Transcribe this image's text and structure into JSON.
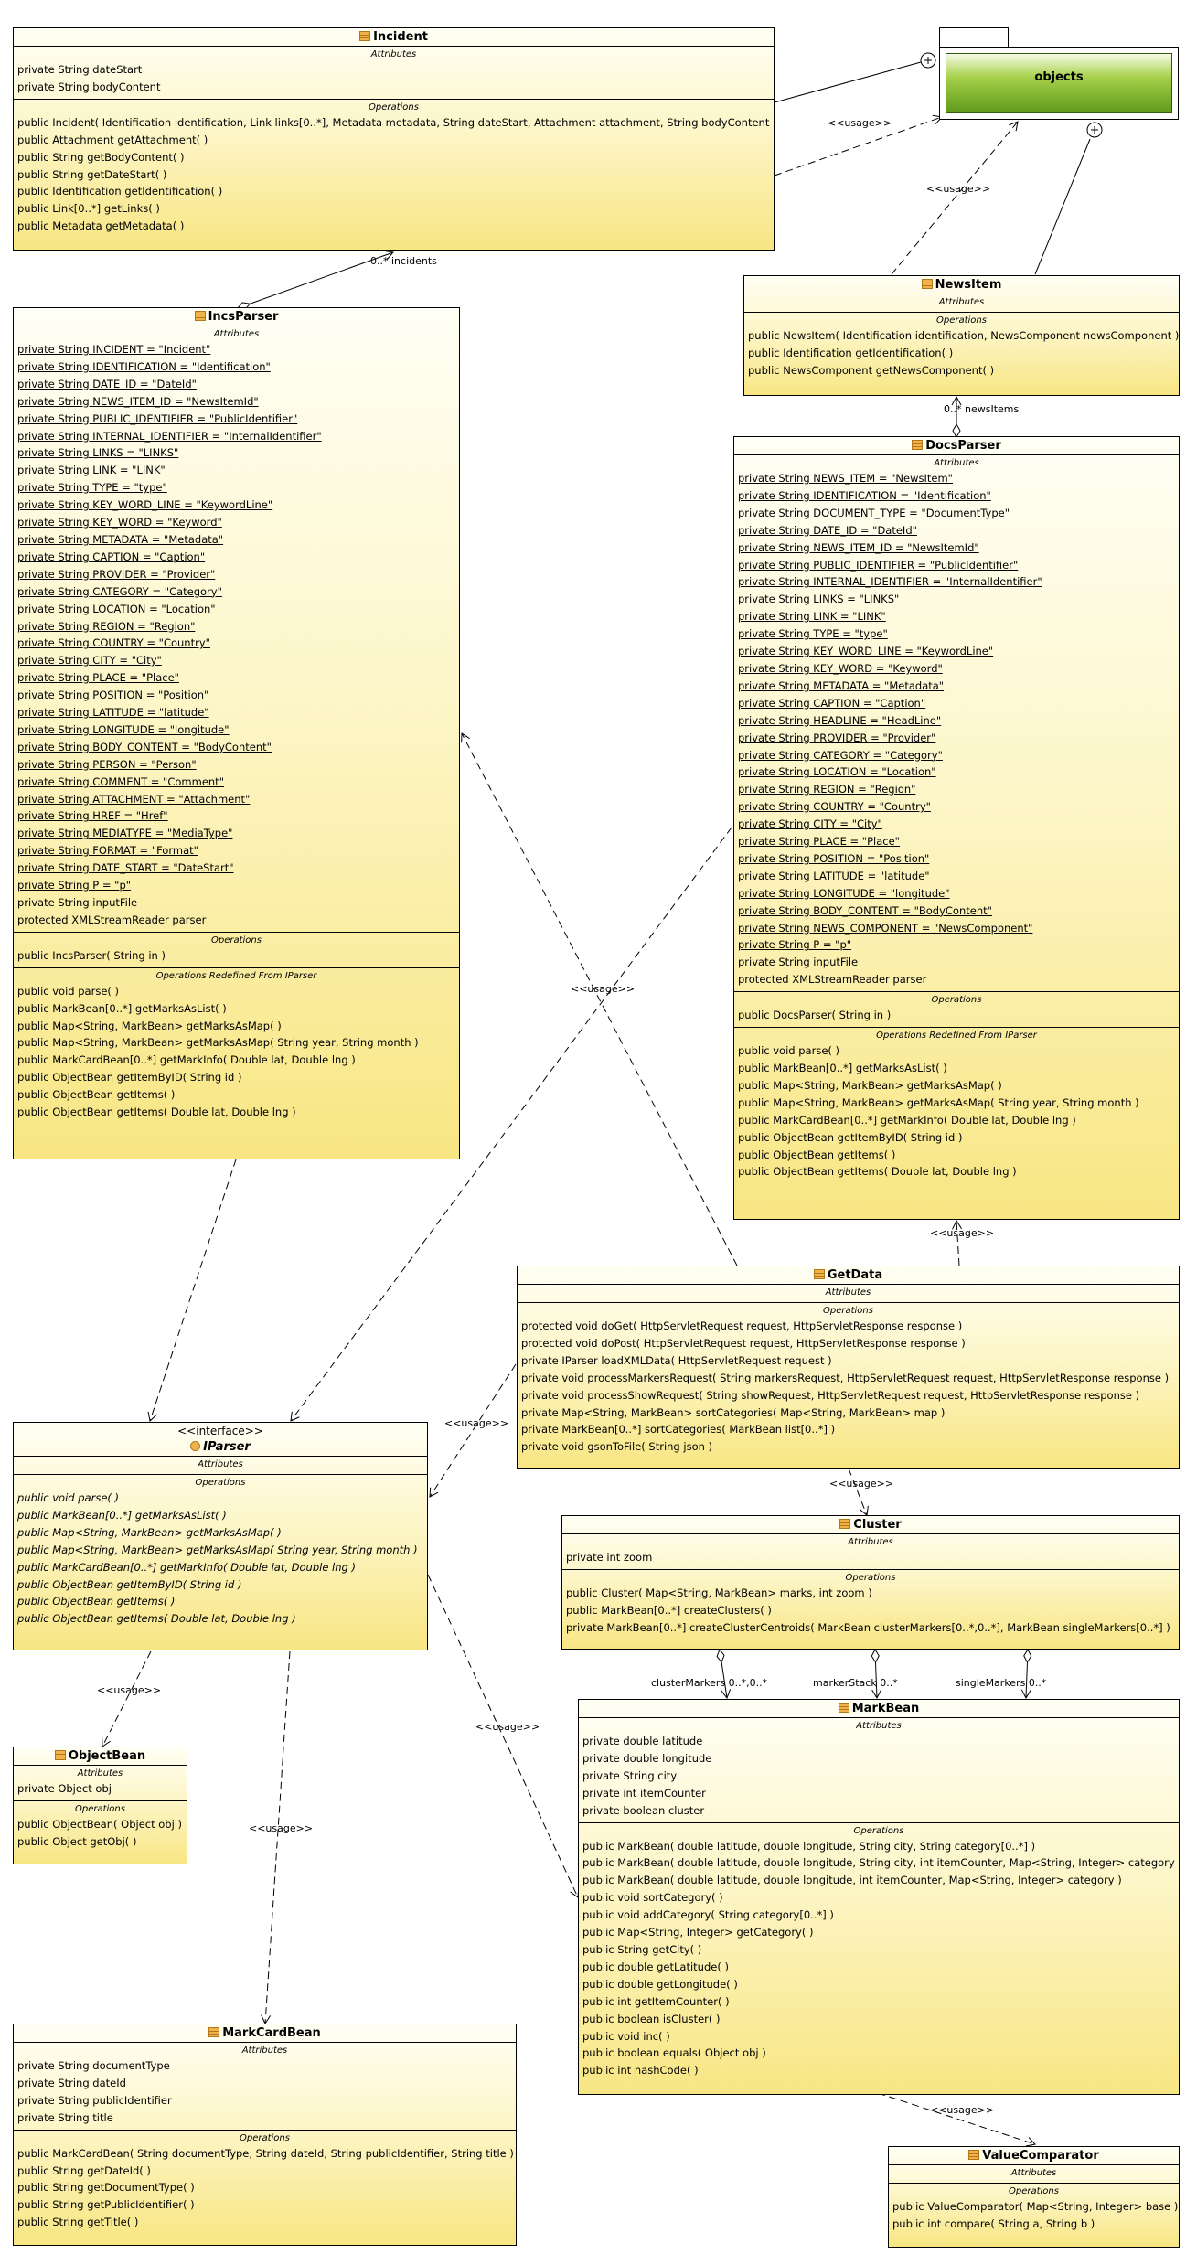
{
  "package": {
    "name": "objects"
  },
  "classes": [
    {
      "id": "incident",
      "name": "Incident",
      "attrs_caption": "Attributes",
      "ops_caption": "Operations",
      "attrs": [
        "private String dateStart",
        "private String bodyContent"
      ],
      "ops": [
        "public Incident( Identification identification, Link links[0..*], Metadata metadata, String dateStart, Attachment attachment, String bodyContent )",
        "public Attachment  getAttachment(  )",
        "public String  getBodyContent(  )",
        "public String  getDateStart(  )",
        "public Identification  getIdentification(  )",
        "public Link[0..*]  getLinks(  )",
        "public Metadata  getMetadata(  )"
      ]
    },
    {
      "id": "incsparser",
      "name": "IncsParser",
      "attrs_caption": "Attributes",
      "ops_caption": "Operations",
      "redef_caption": "Operations Redefined From IParser",
      "attrs": [
        "private String INCIDENT = \"Incident\"",
        "private String IDENTIFICATION = \"Identification\"",
        "private String DATE_ID = \"DateId\"",
        "private String NEWS_ITEM_ID = \"NewsItemId\"",
        "private String PUBLIC_IDENTIFIER = \"PublicIdentifier\"",
        "private String INTERNAL_IDENTIFIER = \"InternalIdentifier\"",
        "private String LINKS = \"LINKS\"",
        "private String LINK = \"LINK\"",
        "private String TYPE = \"type\"",
        "private String KEY_WORD_LINE = \"KeywordLine\"",
        "private String KEY_WORD = \"Keyword\"",
        "private String METADATA = \"Metadata\"",
        "private String CAPTION = \"Caption\"",
        "private String PROVIDER = \"Provider\"",
        "private String CATEGORY = \"Category\"",
        "private String LOCATION = \"Location\"",
        "private String REGION = \"Region\"",
        "private String COUNTRY = \"Country\"",
        "private String CITY = \"City\"",
        "private String PLACE = \"Place\"",
        "private String POSITION = \"Position\"",
        "private String LATITUDE = \"latitude\"",
        "private String LONGITUDE = \"longitude\"",
        "private String BODY_CONTENT = \"BodyContent\"",
        "private String PERSON = \"Person\"",
        "private String COMMENT = \"Comment\"",
        "private String ATTACHMENT = \"Attachment\"",
        "private String HREF = \"Href\"",
        "private String MEDIATYPE = \"MediaType\"",
        "private String FORMAT = \"Format\"",
        "private String DATE_START = \"DateStart\"",
        "private String P = \"p\"",
        "private String inputFile",
        "protected XMLStreamReader parser"
      ],
      "ops": [
        "public IncsParser( String in )"
      ],
      "redef": [
        "public void  parse(  )",
        "public MarkBean[0..*]  getMarksAsList(  )",
        "public Map<String, MarkBean>  getMarksAsMap(  )",
        "public Map<String, MarkBean>  getMarksAsMap( String year, String month )",
        "public MarkCardBean[0..*]  getMarkInfo( Double lat, Double lng )",
        "public ObjectBean  getItemByID( String id )",
        "public ObjectBean  getItems(  )",
        "public ObjectBean  getItems( Double lat, Double lng )"
      ]
    },
    {
      "id": "newsitem",
      "name": "NewsItem",
      "attrs_caption": "Attributes",
      "ops_caption": "Operations",
      "attrs": [],
      "ops": [
        "public NewsItem( Identification identification, NewsComponent newsComponent )",
        "public Identification  getIdentification(  )",
        "public NewsComponent  getNewsComponent(  )"
      ]
    },
    {
      "id": "docsparser",
      "name": "DocsParser",
      "attrs_caption": "Attributes",
      "ops_caption": "Operations",
      "redef_caption": "Operations Redefined From IParser",
      "attrs": [
        "private String NEWS_ITEM = \"NewsItem\"",
        "private String IDENTIFICATION = \"Identification\"",
        "private String DOCUMENT_TYPE = \"DocumentType\"",
        "private String DATE_ID = \"DateId\"",
        "private String NEWS_ITEM_ID = \"NewsItemId\"",
        "private String PUBLIC_IDENTIFIER = \"PublicIdentifier\"",
        "private String INTERNAL_IDENTIFIER = \"InternalIdentifier\"",
        "private String LINKS = \"LINKS\"",
        "private String LINK = \"LINK\"",
        "private String TYPE = \"type\"",
        "private String KEY_WORD_LINE = \"KeywordLine\"",
        "private String KEY_WORD = \"Keyword\"",
        "private String METADATA = \"Metadata\"",
        "private String CAPTION = \"Caption\"",
        "private String HEADLINE = \"HeadLine\"",
        "private String PROVIDER = \"Provider\"",
        "private String CATEGORY = \"Category\"",
        "private String LOCATION = \"Location\"",
        "private String REGION = \"Region\"",
        "private String COUNTRY = \"Country\"",
        "private String CITY = \"City\"",
        "private String PLACE = \"Place\"",
        "private String POSITION = \"Position\"",
        "private String LATITUDE = \"latitude\"",
        "private String LONGITUDE = \"longitude\"",
        "private String BODY_CONTENT = \"BodyContent\"",
        "private String NEWS_COMPONENT = \"NewsComponent\"",
        "private String P = \"p\"",
        "private String inputFile",
        "protected XMLStreamReader parser"
      ],
      "ops": [
        "public DocsParser( String in )"
      ],
      "redef": [
        "public void  parse(  )",
        "public MarkBean[0..*]  getMarksAsList(  )",
        "public Map<String, MarkBean>  getMarksAsMap(  )",
        "public Map<String, MarkBean>  getMarksAsMap( String year, String month )",
        "public MarkCardBean[0..*]  getMarkInfo( Double lat, Double lng )",
        "public ObjectBean  getItemByID( String id )",
        "public ObjectBean  getItems(  )",
        "public ObjectBean  getItems( Double lat, Double lng )"
      ]
    },
    {
      "id": "getdata",
      "name": "GetData",
      "attrs_caption": "Attributes",
      "ops_caption": "Operations",
      "attrs": [],
      "ops": [
        "protected void  doGet( HttpServletRequest request, HttpServletResponse response )",
        "protected void  doPost( HttpServletRequest request, HttpServletResponse response )",
        "private IParser  loadXMLData( HttpServletRequest request )",
        "private void  processMarkersRequest( String markersRequest, HttpServletRequest request, HttpServletResponse response )",
        "private void  processShowRequest( String showRequest, HttpServletRequest request, HttpServletResponse response )",
        "private Map<String, MarkBean>  sortCategories( Map<String, MarkBean> map )",
        "private MarkBean[0..*]  sortCategories( MarkBean list[0..*] )",
        "private void  gsonToFile( String json )"
      ]
    },
    {
      "id": "iparser",
      "name": "IParser",
      "stereotype": "<<interface>>",
      "attrs_caption": "Attributes",
      "ops_caption": "Operations",
      "attrs": [],
      "ops": [
        "public void  parse(  )",
        "public MarkBean[0..*]  getMarksAsList(  )",
        "public Map<String, MarkBean>  getMarksAsMap(  )",
        "public Map<String, MarkBean>  getMarksAsMap( String year, String month )",
        "public MarkCardBean[0..*]  getMarkInfo( Double lat, Double lng )",
        "public ObjectBean  getItemByID( String id )",
        "public ObjectBean  getItems(  )",
        "public ObjectBean  getItems( Double lat, Double lng )"
      ]
    },
    {
      "id": "cluster",
      "name": "Cluster",
      "attrs_caption": "Attributes",
      "ops_caption": "Operations",
      "attrs": [
        "private int zoom"
      ],
      "ops": [
        "public Cluster( Map<String, MarkBean> marks, int zoom )",
        "public MarkBean[0..*]  createClusters(  )",
        "private MarkBean[0..*]  createClusterCentroids( MarkBean clusterMarkers[0..*,0..*], MarkBean singleMarkers[0..*] )"
      ]
    },
    {
      "id": "objectbean",
      "name": "ObjectBean",
      "attrs_caption": "Attributes",
      "ops_caption": "Operations",
      "attrs": [
        "private Object obj"
      ],
      "ops": [
        "public ObjectBean( Object obj )",
        "public Object  getObj(  )"
      ]
    },
    {
      "id": "markbean",
      "name": "MarkBean",
      "attrs_caption": "Attributes",
      "ops_caption": "Operations",
      "attrs": [
        "private double latitude",
        "private double longitude",
        "private String city",
        "private int itemCounter",
        "private boolean cluster"
      ],
      "ops": [
        "public MarkBean( double latitude, double longitude, String city, String category[0..*] )",
        "public MarkBean( double latitude, double longitude, String city, int itemCounter, Map<String, Integer> category )",
        "public MarkBean( double latitude, double longitude, int itemCounter, Map<String, Integer> category )",
        "public void  sortCategory(  )",
        "public void  addCategory( String category[0..*] )",
        "public Map<String, Integer>  getCategory(  )",
        "public String  getCity(  )",
        "public double  getLatitude(  )",
        "public double  getLongitude(  )",
        "public int  getItemCounter(  )",
        "public boolean  isCluster(  )",
        "public void  inc(  )",
        "public boolean  equals( Object obj )",
        "public int  hashCode(  )"
      ]
    },
    {
      "id": "markcardbean",
      "name": "MarkCardBean",
      "attrs_caption": "Attributes",
      "ops_caption": "Operations",
      "attrs": [
        "private String documentType",
        "private String dateId",
        "private String publicIdentifier",
        "private String title"
      ],
      "ops": [
        "public MarkCardBean( String documentType, String dateId, String publicIdentifier, String title )",
        "public String  getDateId(  )",
        "public String  getDocumentType(  )",
        "public String  getPublicIdentifier(  )",
        "public String  getTitle(  )"
      ]
    },
    {
      "id": "valuecomparator",
      "name": "ValueComparator",
      "attrs_caption": "Attributes",
      "ops_caption": "Operations",
      "attrs": [],
      "ops": [
        "public ValueComparator( Map<String, Integer> base )",
        "public int  compare( String a, String b )"
      ]
    }
  ],
  "labels": {
    "usage": "<<usage>>",
    "incidents": "0..* incidents",
    "newsitems": "0..* newsItems",
    "clustermarkers": "clusterMarkers 0..*,0..*",
    "markerstack": "markerStack 0..*",
    "singlemarkers": "singleMarkers 0..*"
  }
}
